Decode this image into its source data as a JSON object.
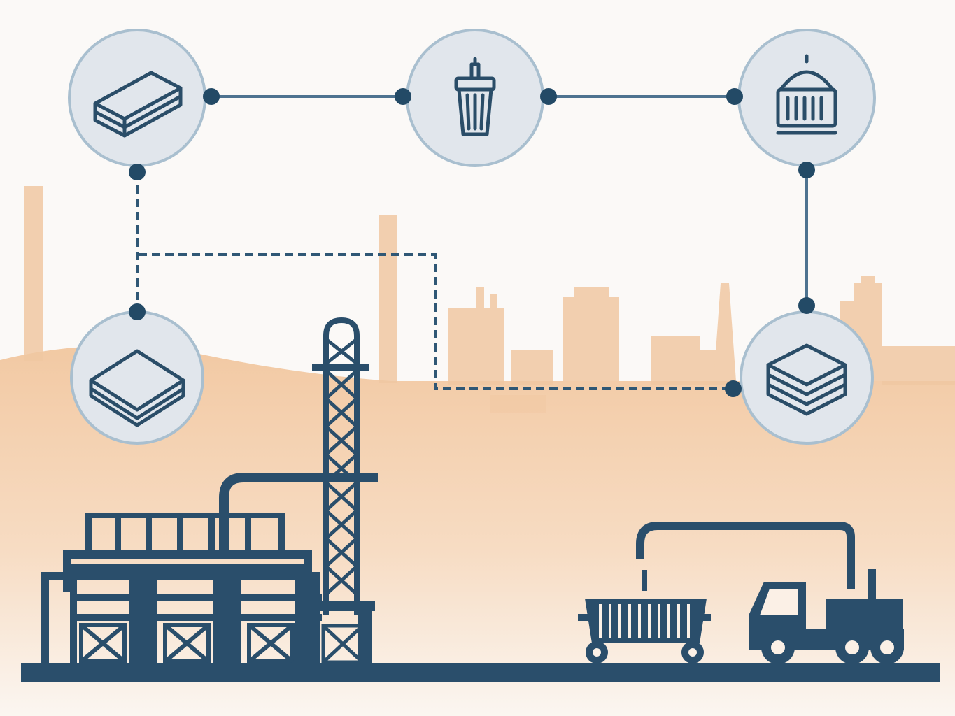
{
  "diagram": {
    "nodes": [
      {
        "id": "top-left",
        "icon": "stacked-plates-icon"
      },
      {
        "id": "top-center",
        "icon": "bucket-container-icon"
      },
      {
        "id": "top-right",
        "icon": "dome-container-icon"
      },
      {
        "id": "bottom-left",
        "icon": "stacked-sheets-icon"
      },
      {
        "id": "bottom-right",
        "icon": "stacked-layers-icon"
      }
    ],
    "links": [
      {
        "from": "top-left",
        "to": "top-center",
        "style": "solid"
      },
      {
        "from": "top-center",
        "to": "top-right",
        "style": "solid"
      },
      {
        "from": "top-right",
        "to": "bottom-right",
        "style": "solid"
      },
      {
        "from": "top-left",
        "to": "bottom-left",
        "style": "dashed"
      },
      {
        "from": "top-left",
        "to": "bottom-right",
        "style": "dashed"
      }
    ],
    "colors": {
      "primary": "#2a4e6b",
      "node_fill": "#e1e6ec",
      "node_ring": "#a9bfcf",
      "background_industry": "#f0c8a2",
      "background": "#fbf9f7"
    },
    "foreground": [
      "refinery-plant",
      "lattice-tower",
      "mining-cart",
      "crane-truck",
      "ground-line"
    ]
  }
}
